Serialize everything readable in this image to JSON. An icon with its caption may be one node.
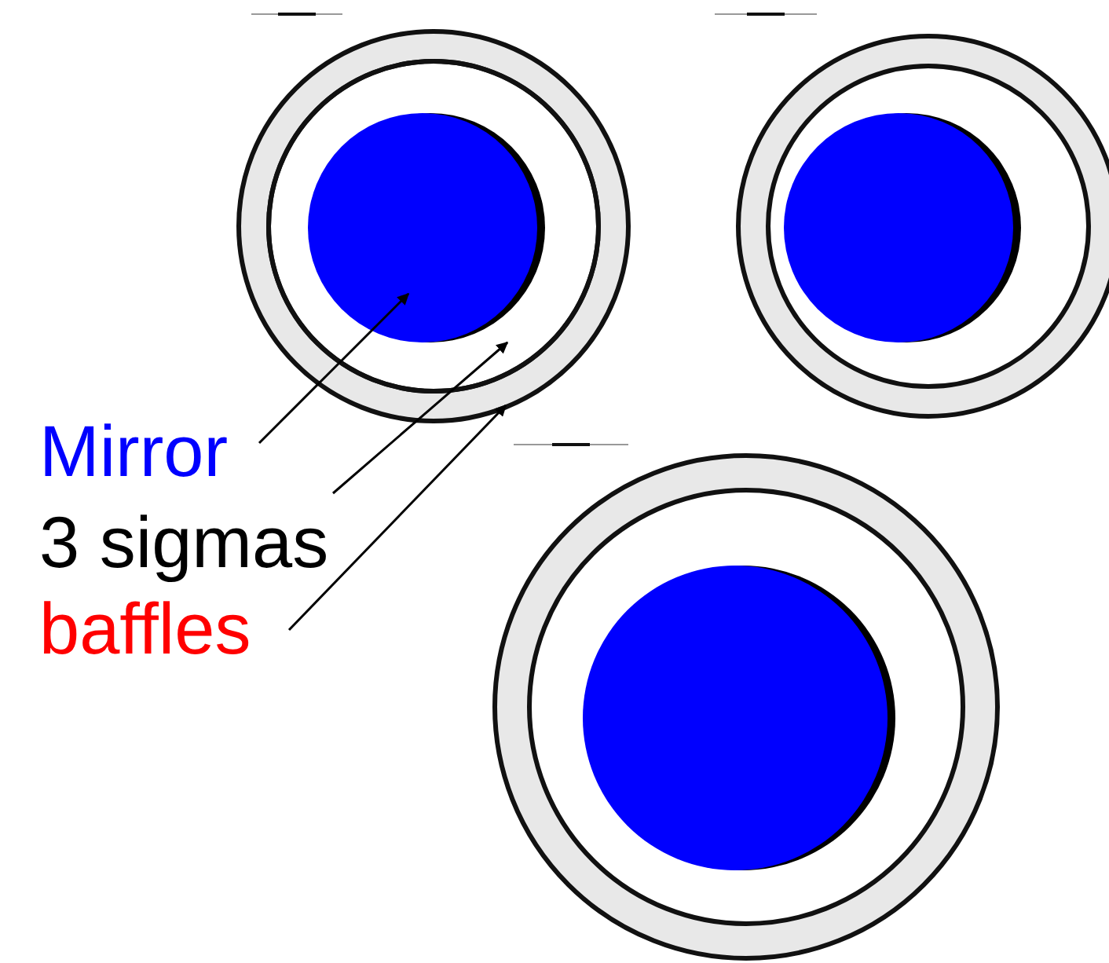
{
  "diagram": {
    "nodes": [
      {
        "text": [
          "Mirror"
        ]
      },
      {
        "text": [
          "3 sigmas"
        ]
      },
      {
        "text": [
          "baffles"
        ]
      },
      {
        "text": [],
        "shape": "circle",
        "in": 4
      },
      {
        "text": [],
        "shape": "circle",
        "in": 5
      },
      {
        "text": [],
        "shape": "circle"
      }
    ],
    "edges": [
      {
        "from": 0,
        "to": 3,
        "arrow": "to"
      },
      {
        "from": 1,
        "to": 4,
        "arrow": "to"
      },
      {
        "from": 2,
        "to": 5,
        "arrow": "to"
      }
    ]
  }
}
